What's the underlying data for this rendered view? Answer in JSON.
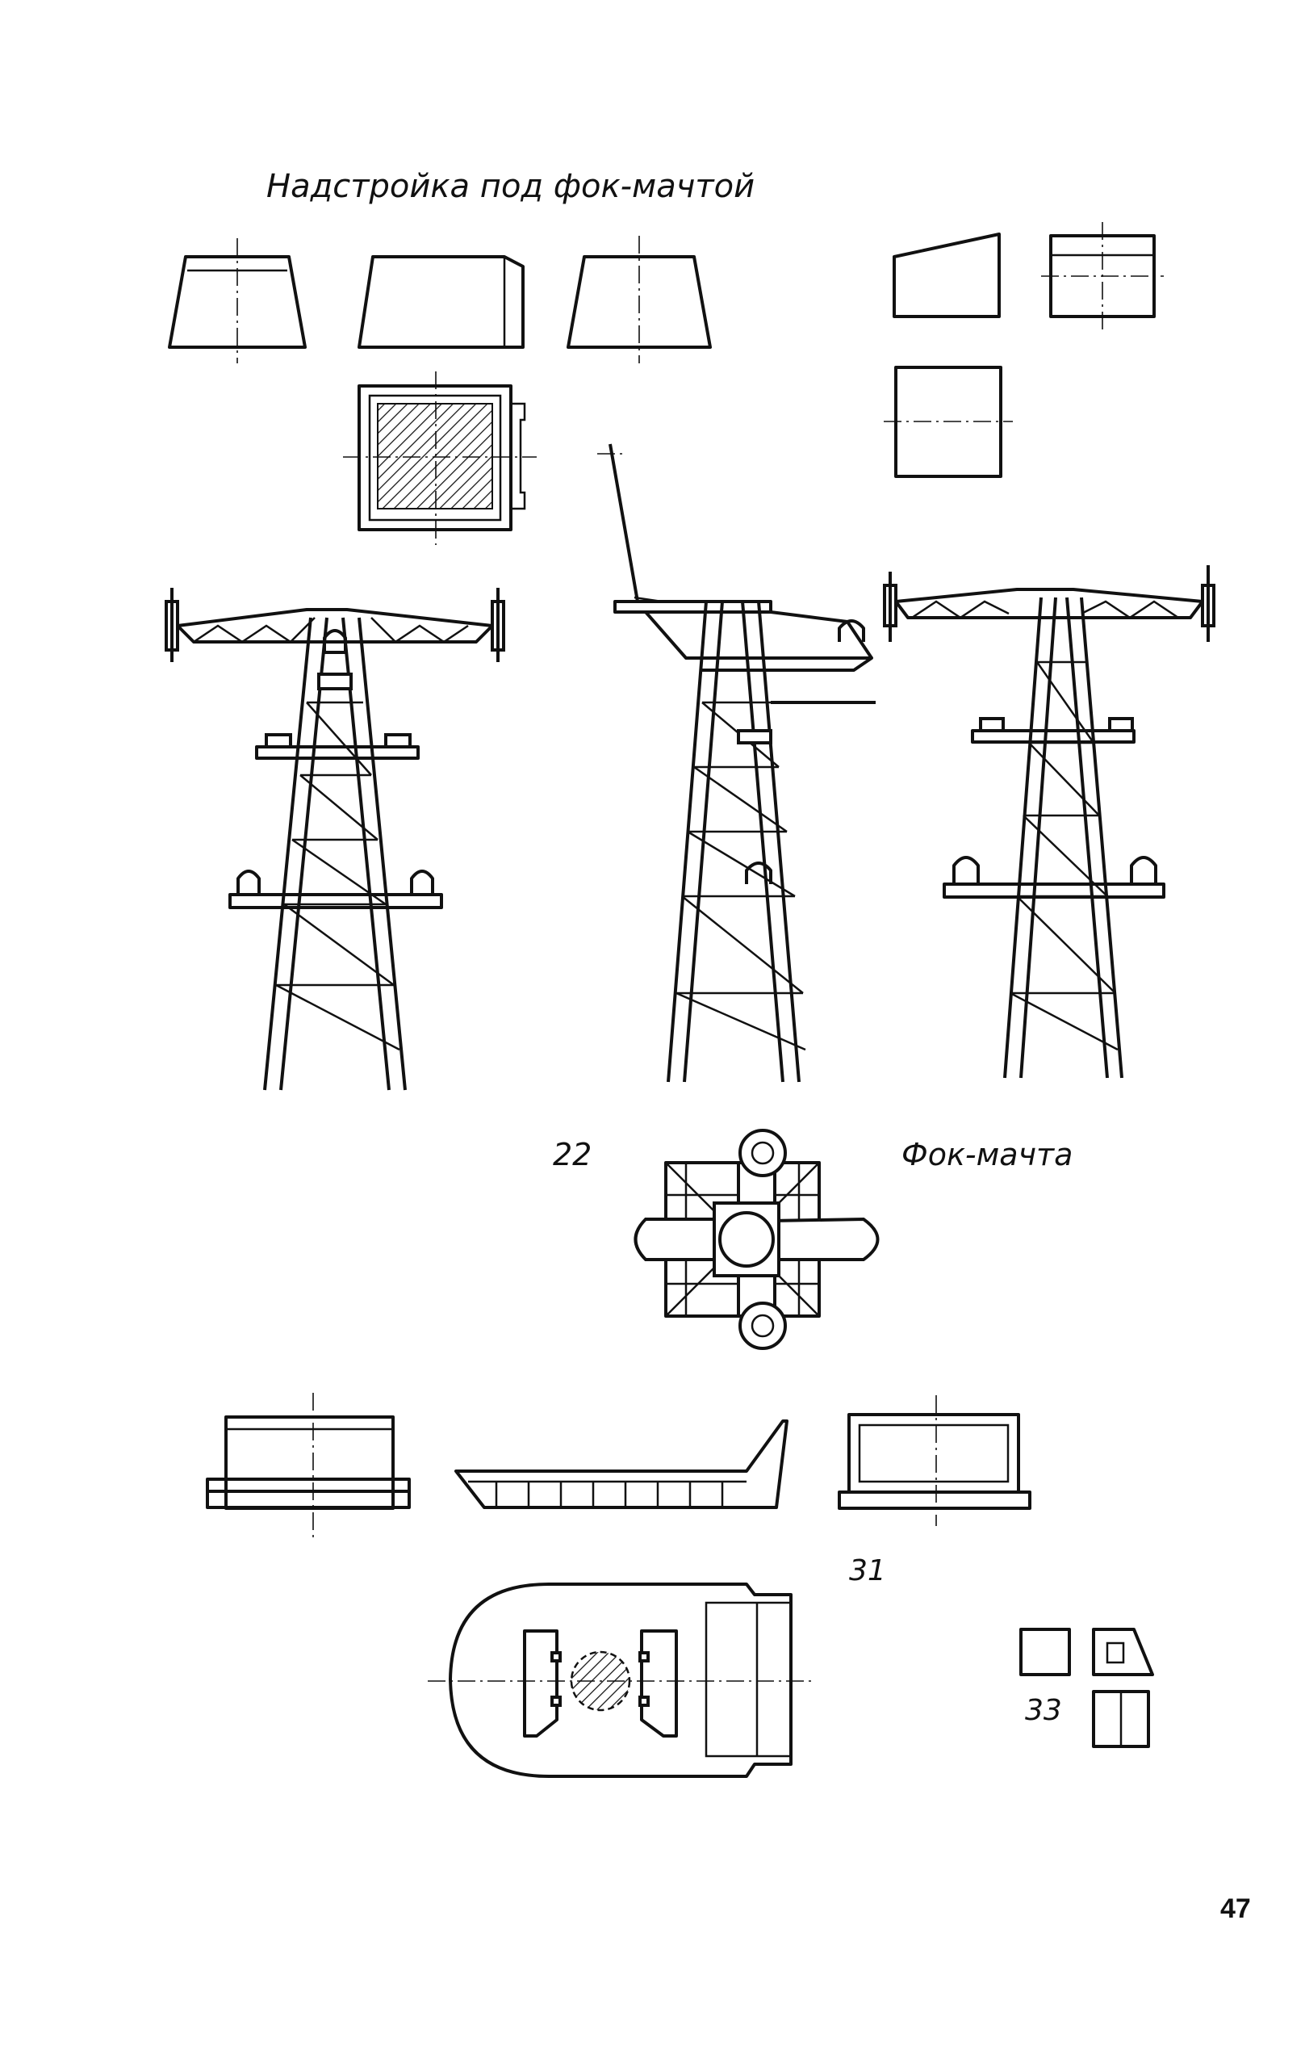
{
  "header": {
    "title": "Надстройка под фок-мачтой"
  },
  "mast_section": {
    "number": "22",
    "title": "Фок-мачта"
  },
  "bridge_section": {
    "number": "31"
  },
  "small_parts": {
    "number": "33"
  },
  "page": {
    "number": "47"
  },
  "colors": {
    "ink": "#111111",
    "paper": "#ffffff"
  }
}
